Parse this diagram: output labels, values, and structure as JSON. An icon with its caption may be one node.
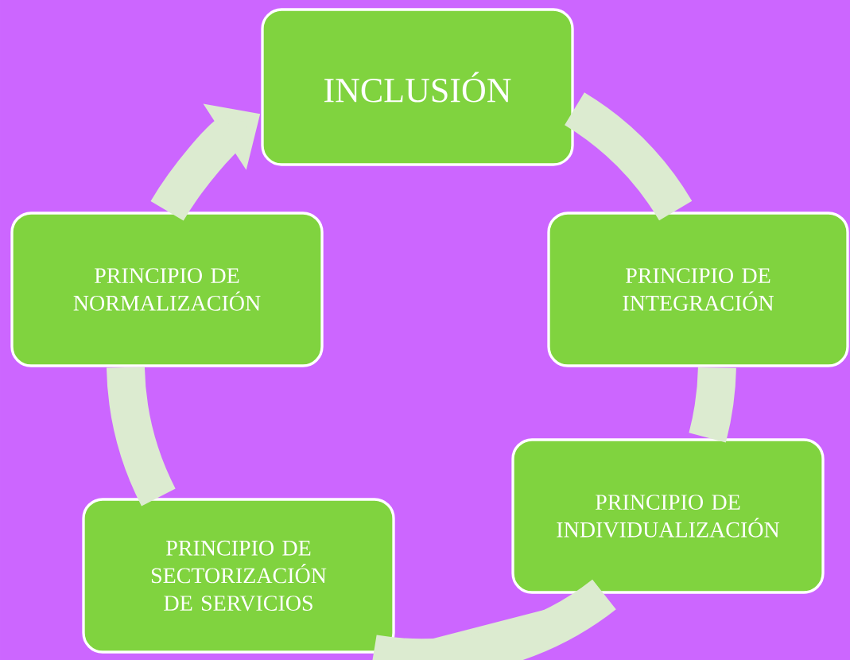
{
  "diagram": {
    "nodes": [
      {
        "text": [
          "INCLUSIÓN"
        ]
      },
      {
        "text": [
          "PRINCIPIO DE INTEGRACIÓN"
        ]
      },
      {
        "text": [
          "PRINCIPIO DE INDIVIDUALIZACIÓN"
        ]
      },
      {
        "text": [
          "PRINCIPIO DE SECTORIZACIÓN DE SERVICIOS"
        ]
      },
      {
        "text": [
          "PRINCIPIO DE NORMALIZACIÓN"
        ]
      }
    ],
    "edges": [
      {
        "from": 0,
        "to": 1,
        "arrow": "none"
      },
      {
        "from": 1,
        "to": 2,
        "arrow": "none"
      },
      {
        "from": 2,
        "to": 3,
        "arrow": "none"
      },
      {
        "from": 3,
        "to": 4,
        "arrow": "none"
      },
      {
        "from": 4,
        "to": 0,
        "arrow": "to"
      }
    ]
  }
}
